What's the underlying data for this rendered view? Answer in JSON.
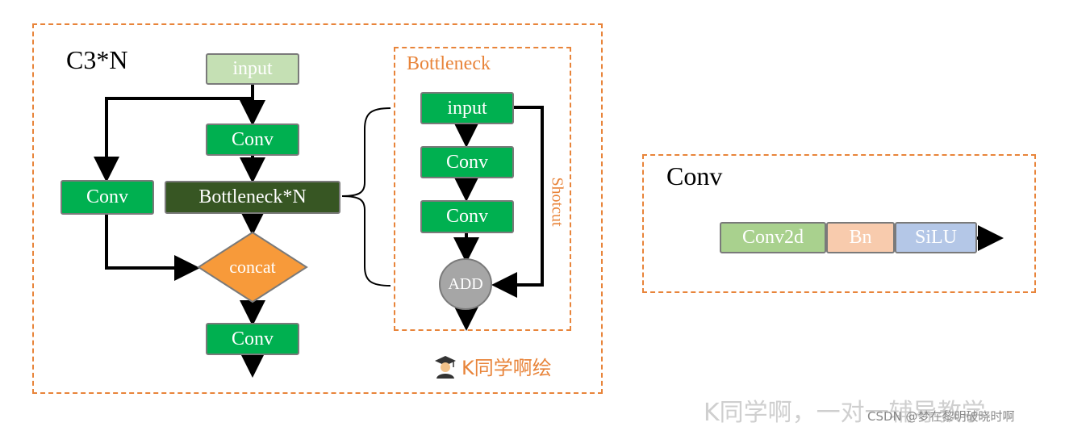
{
  "c3": {
    "title": "C3*N",
    "input": "input",
    "conv_top": "Conv",
    "conv_left": "Conv",
    "bottleneck_n": "Bottleneck*N",
    "concat": "concat",
    "conv_bottom": "Conv"
  },
  "bottleneck": {
    "title": "Bottleneck",
    "input": "input",
    "conv1": "Conv",
    "conv2": "Conv",
    "add": "ADD",
    "shortcut": "Shotcut"
  },
  "conv_panel": {
    "title": "Conv",
    "seg1": "Conv2d",
    "seg2": "Bn",
    "seg3": "SiLU"
  },
  "author": "K同学啊绘",
  "watermark": {
    "main": "K同学啊，一对一辅导教学",
    "csdn": "CSDN @梦在黎明破晓时啊"
  },
  "colors": {
    "frame": "#e8843a",
    "green": "#00b050",
    "light_green": "#c5e0b4",
    "dark_green": "#375623",
    "concat": "#f79a3a",
    "add": "#a6a6a6",
    "conv2d": "#a9d18e",
    "bn": "#f8cbad",
    "silu": "#b4c7e7"
  }
}
